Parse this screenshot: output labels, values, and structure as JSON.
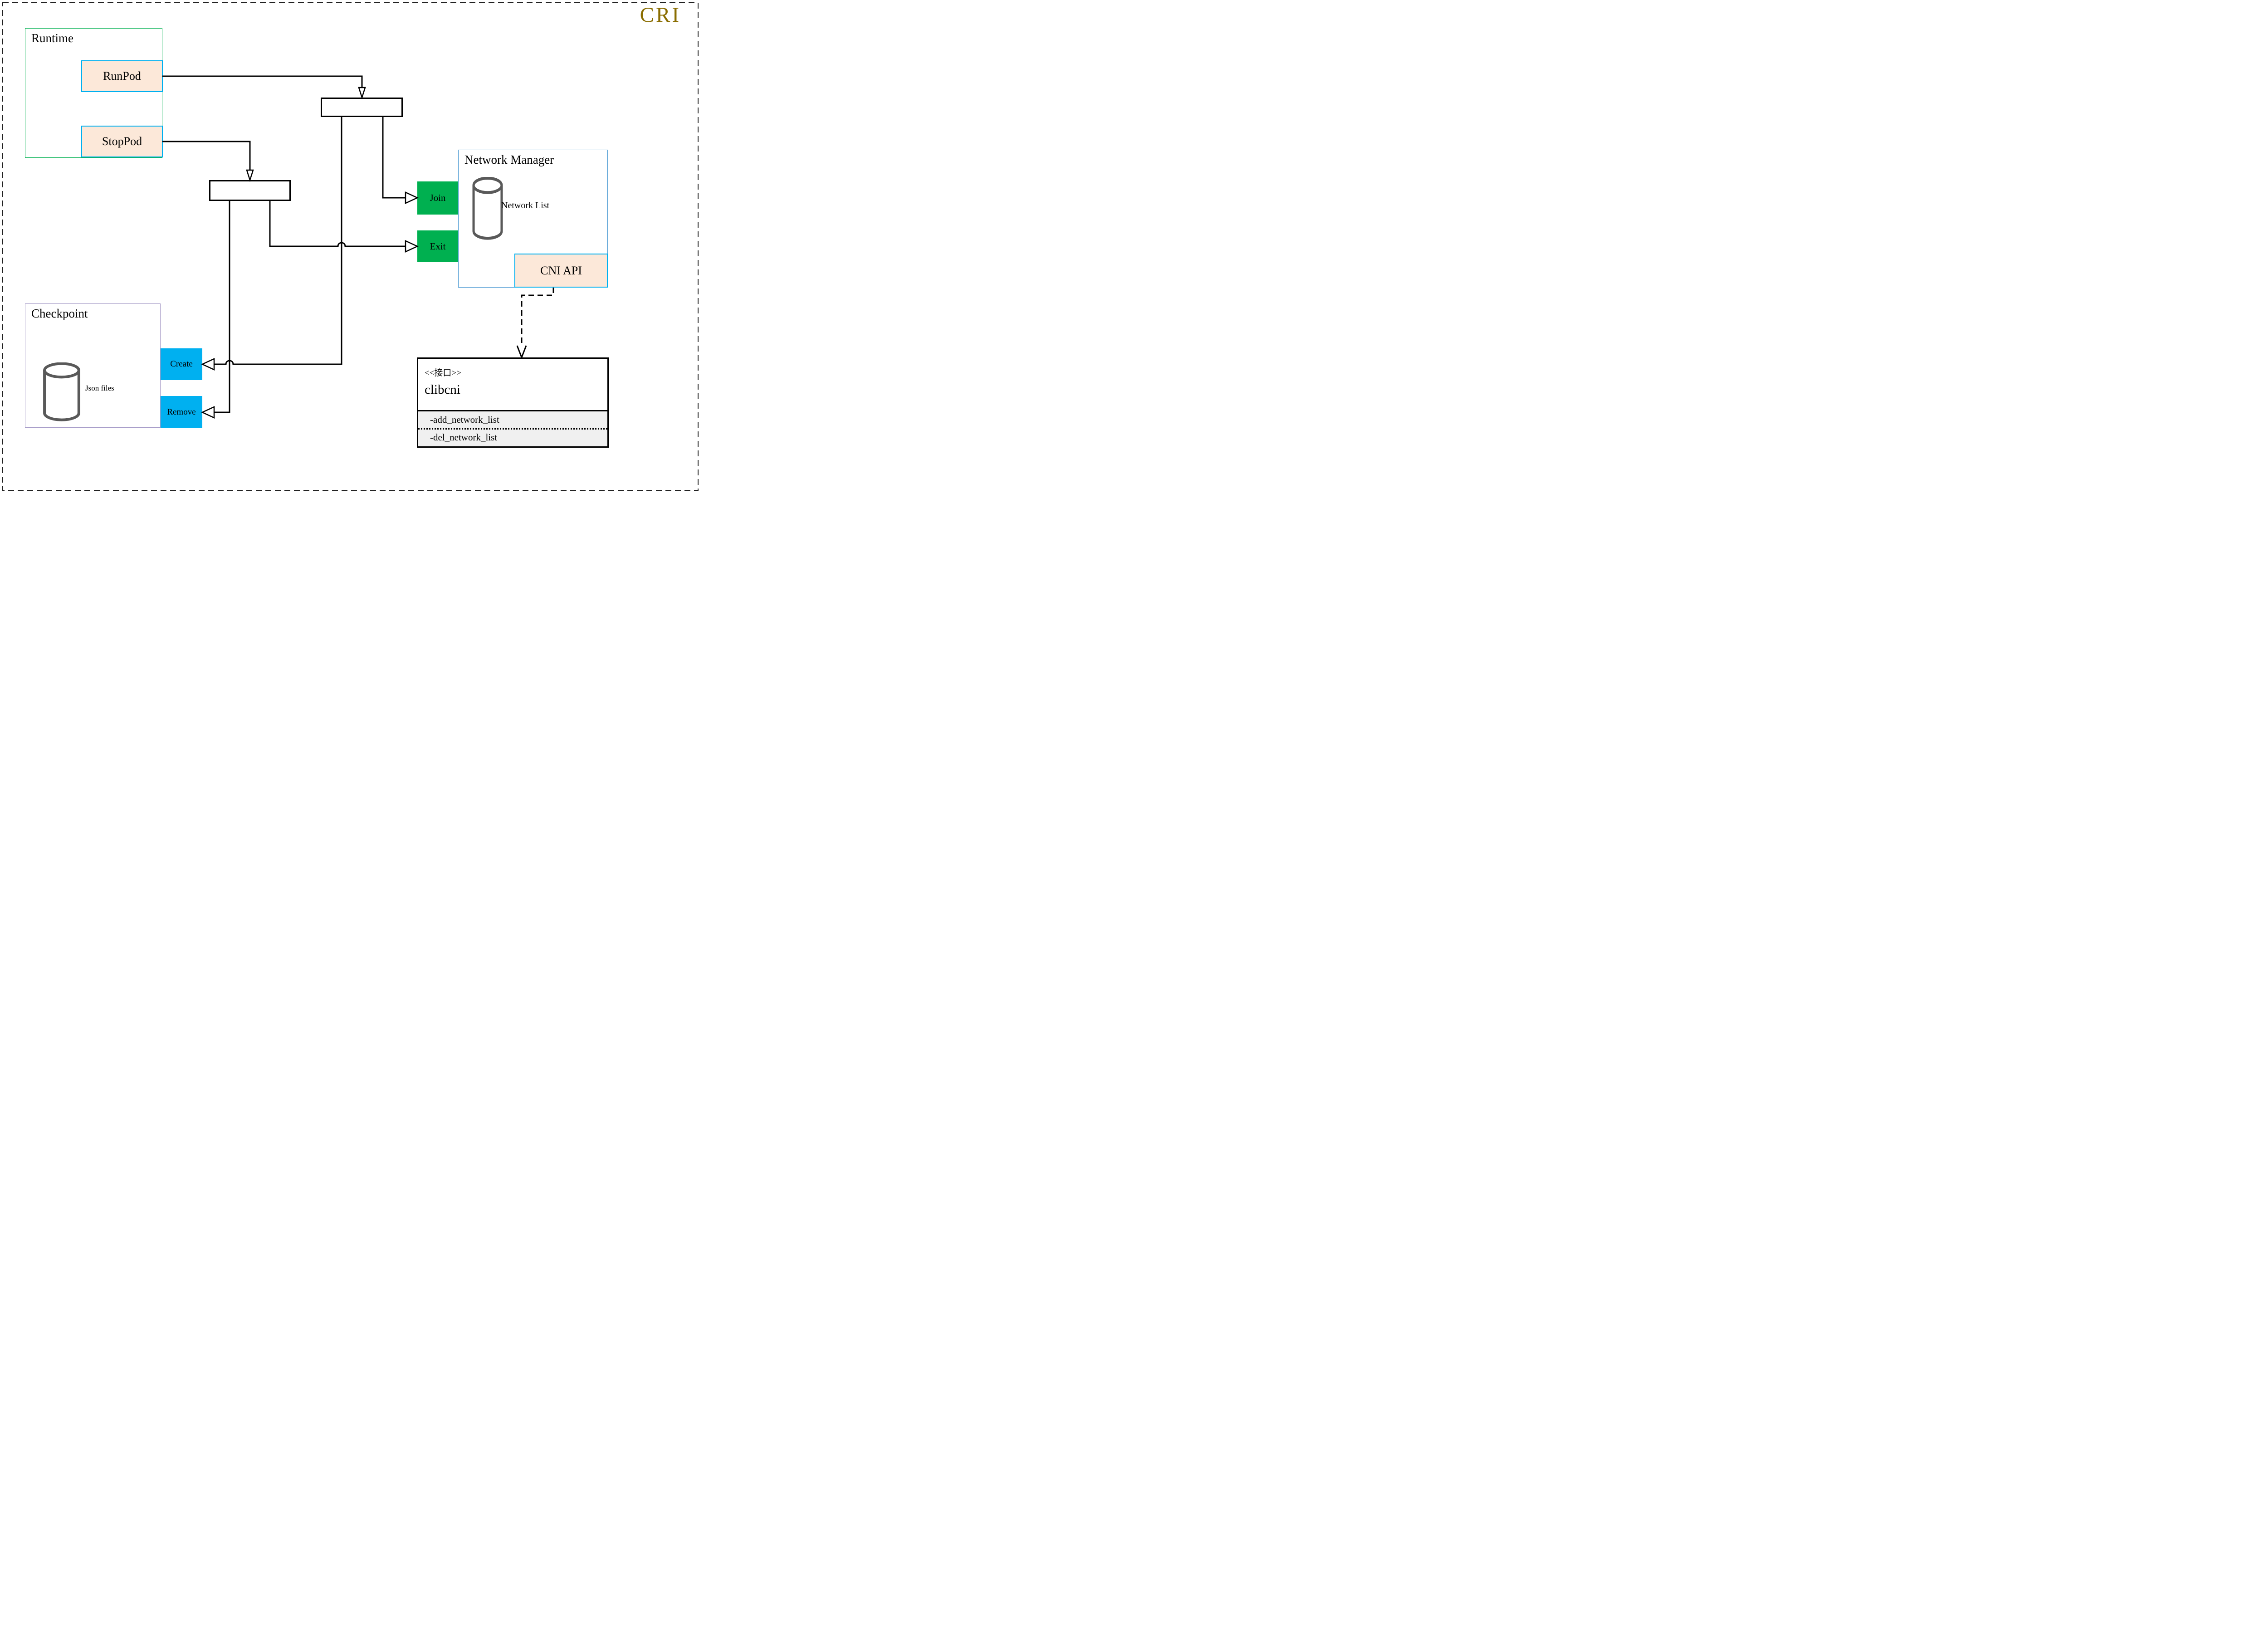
{
  "diagram_title": {
    "text": "CRI",
    "color": "#8a6d00"
  },
  "runtime": {
    "label": "Runtime",
    "operations": [
      {
        "label": "RunPod"
      },
      {
        "label": "StopPod"
      }
    ]
  },
  "network_manager": {
    "label": "Network Manager",
    "datastore": "Network List",
    "operations": [
      {
        "label": "Join"
      },
      {
        "label": "Exit"
      }
    ],
    "api": "CNI API"
  },
  "checkpoint": {
    "label": "Checkpoint",
    "datastore": "Json files",
    "operations": [
      {
        "label": "Create"
      },
      {
        "label": "Remove"
      }
    ]
  },
  "cni_interface": {
    "stereotype": "<<接口>>",
    "name": "clibcni",
    "methods": [
      "-add_network_list",
      "-del_network_list"
    ]
  },
  "colors": {
    "accent_green": "#00B050",
    "accent_cyan": "#00B0F0",
    "accent_peach": "#FCE8D9",
    "runtime_border": "#00B050",
    "network_manager_border": "#4596D1",
    "checkpoint_border": "#A79CC8",
    "interface_methods_bg": "#F0F0F0",
    "title_color": "#8a6d00",
    "wire_color": "#000000",
    "database_icon_color": "#595959"
  }
}
